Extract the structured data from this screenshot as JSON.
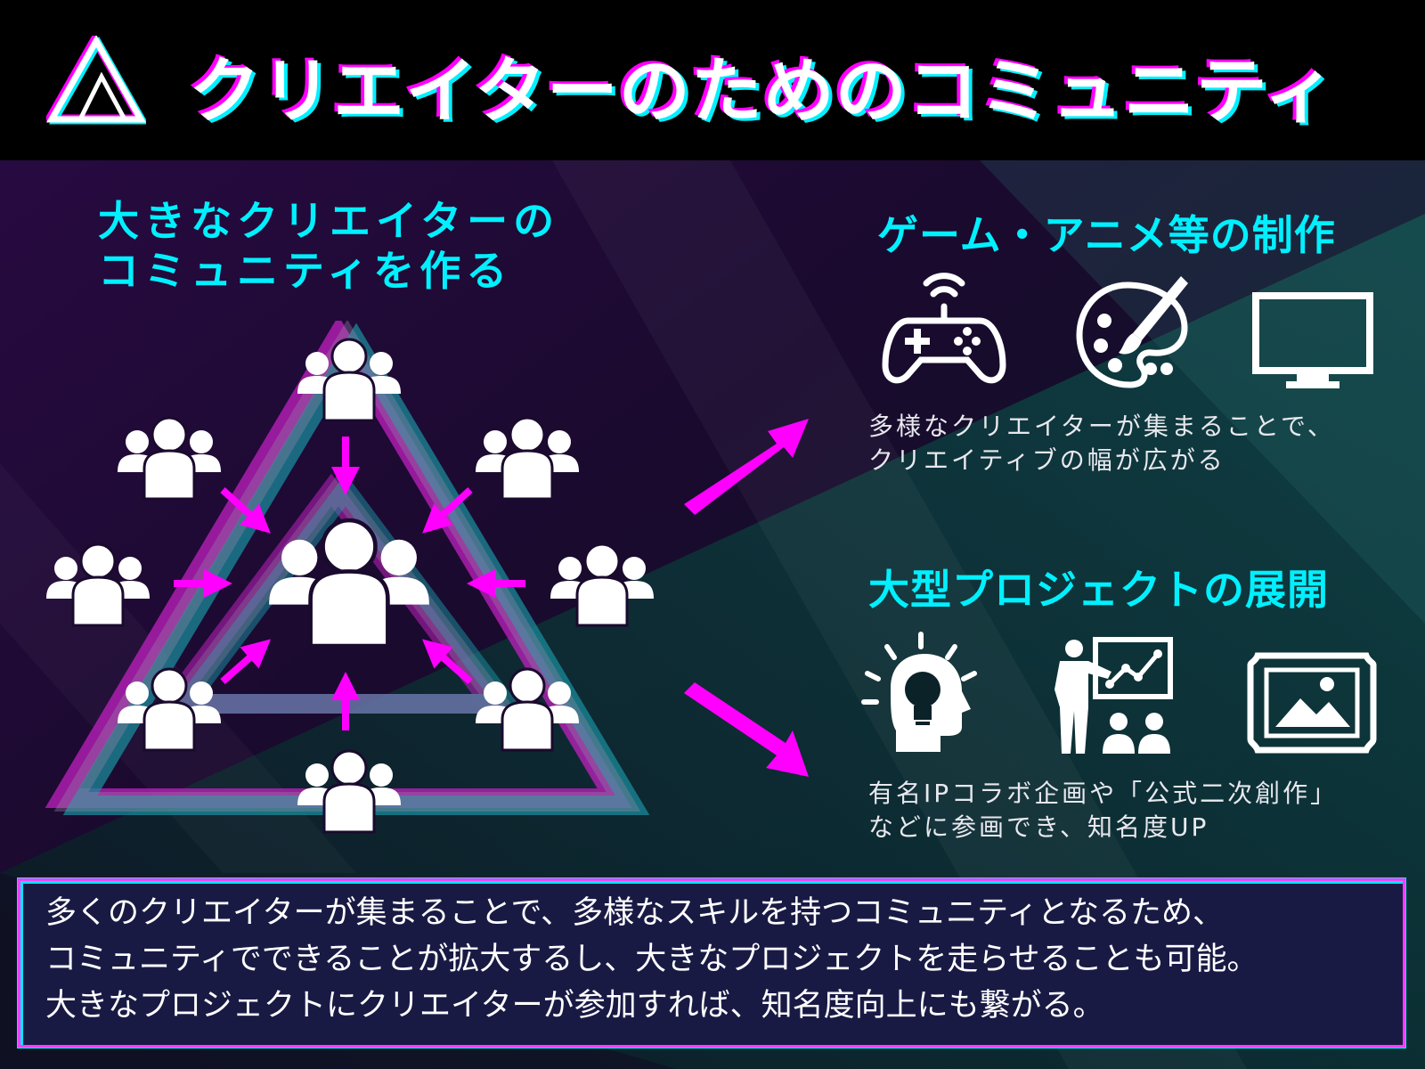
{
  "header": {
    "title": "クリエイターのためのコミュニティ"
  },
  "left": {
    "heading_line1": "大きなクリエイターの",
    "heading_line2": "コミュニティを作る"
  },
  "section1": {
    "heading": "ゲーム・アニメ等の制作",
    "icons": [
      "gamepad-icon",
      "palette-icon",
      "monitor-icon"
    ],
    "desc_line1": "多様なクリエイターが集まることで、",
    "desc_line2": "クリエイティブの幅が広がる"
  },
  "section2": {
    "heading": "大型プロジェクトの展開",
    "icons": [
      "idea-head-icon",
      "presenter-icon",
      "framed-picture-icon"
    ],
    "desc_line1": "有名IPコラボ企画や「公式二次創作」",
    "desc_line2": "などに参画でき、知名度UP"
  },
  "summary": {
    "line1": "多くのクリエイターが集まることで、多様なスキルを持つコミュニティとなるため、",
    "line2": "コミュニティでできることが拡大するし、大きなプロジェクトを走らせることも可能。",
    "line3": "大きなプロジェクトにクリエイターが参加すれば、知名度向上にも繋がる。"
  },
  "colors": {
    "accent_cyan": "#00f0ff",
    "accent_magenta": "#ff00ff",
    "summary_bg": "#191a44"
  }
}
